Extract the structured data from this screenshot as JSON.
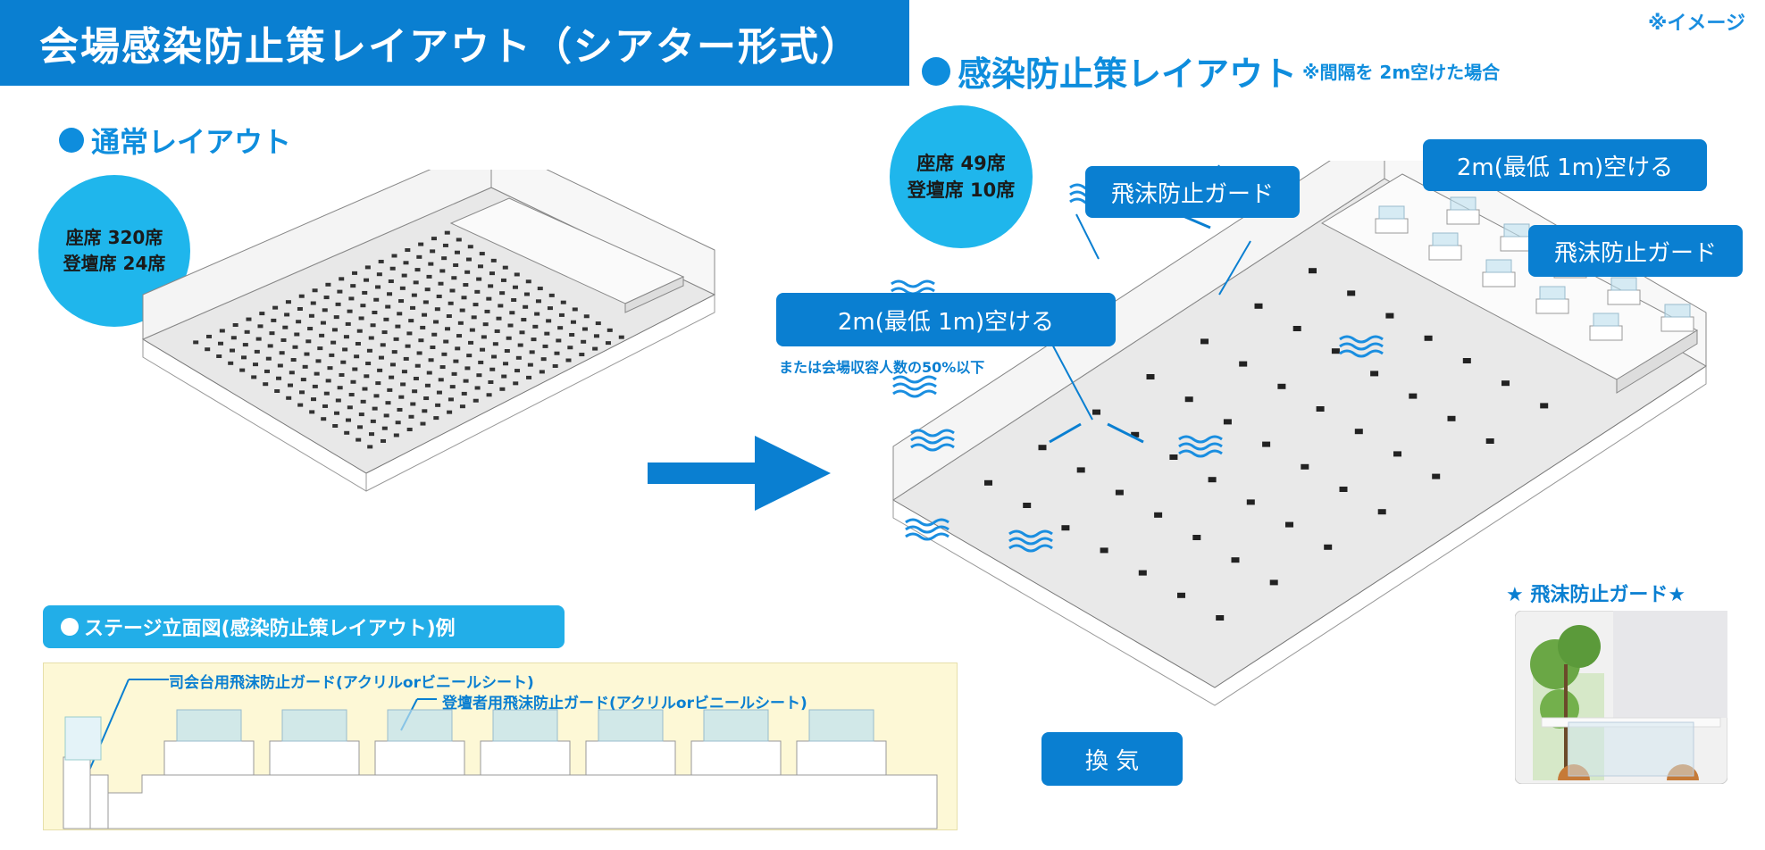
{
  "header": {
    "title": "会場感染防止策レイアウト（シアター形式）",
    "note": "※イメージ"
  },
  "normal_layout": {
    "title": "通常レイアウト",
    "seats_line1": "座席  320席",
    "seats_line2": "登壇席 24席"
  },
  "prevention_layout": {
    "title": "感染防止策レイアウト",
    "title_note": "※間隔を 2m空けた場合",
    "seats_line1": "座席    49席",
    "seats_line2": "登壇席 10席",
    "callout_spacing_left": "2m(最低 1m)空ける",
    "callout_spacing_left_sub": "または会場収容人数の50%以下",
    "callout_guard_top": "飛沫防止ガード",
    "callout_spacing_right": "2m(最低 1m)空ける",
    "callout_guard_right": "飛沫防止ガード",
    "callout_ventilation": "換 気"
  },
  "stage_elevation": {
    "title": "ステージ立面図(感染防止策レイアウト)例",
    "label_podium": "司会台用飛沫防止ガード(アクリルorビニールシート)",
    "label_speaker": "登壇者用飛沫防止ガード(アクリルorビニールシート)"
  },
  "photo": {
    "title": "★ 飛沫防止ガード★"
  },
  "colors": {
    "brand_blue": "#0a7fd1",
    "light_blue": "#1fb6ec",
    "stage_bg": "#fdf8d6"
  }
}
